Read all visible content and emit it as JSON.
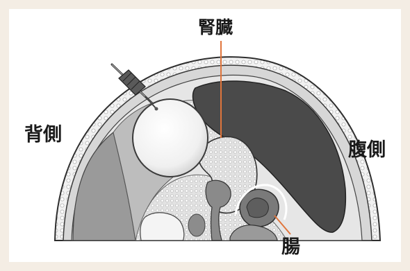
{
  "labels": {
    "dorsal": "背側",
    "ventral": "腹側",
    "kidney": "腎臓",
    "intestine": "腸"
  },
  "colors": {
    "background": "#f4ede4",
    "leader_line": "#e0753c",
    "dark_region": "#4a4a4a",
    "outline": "#333333"
  },
  "icons": {
    "needle": "needle-icon"
  }
}
